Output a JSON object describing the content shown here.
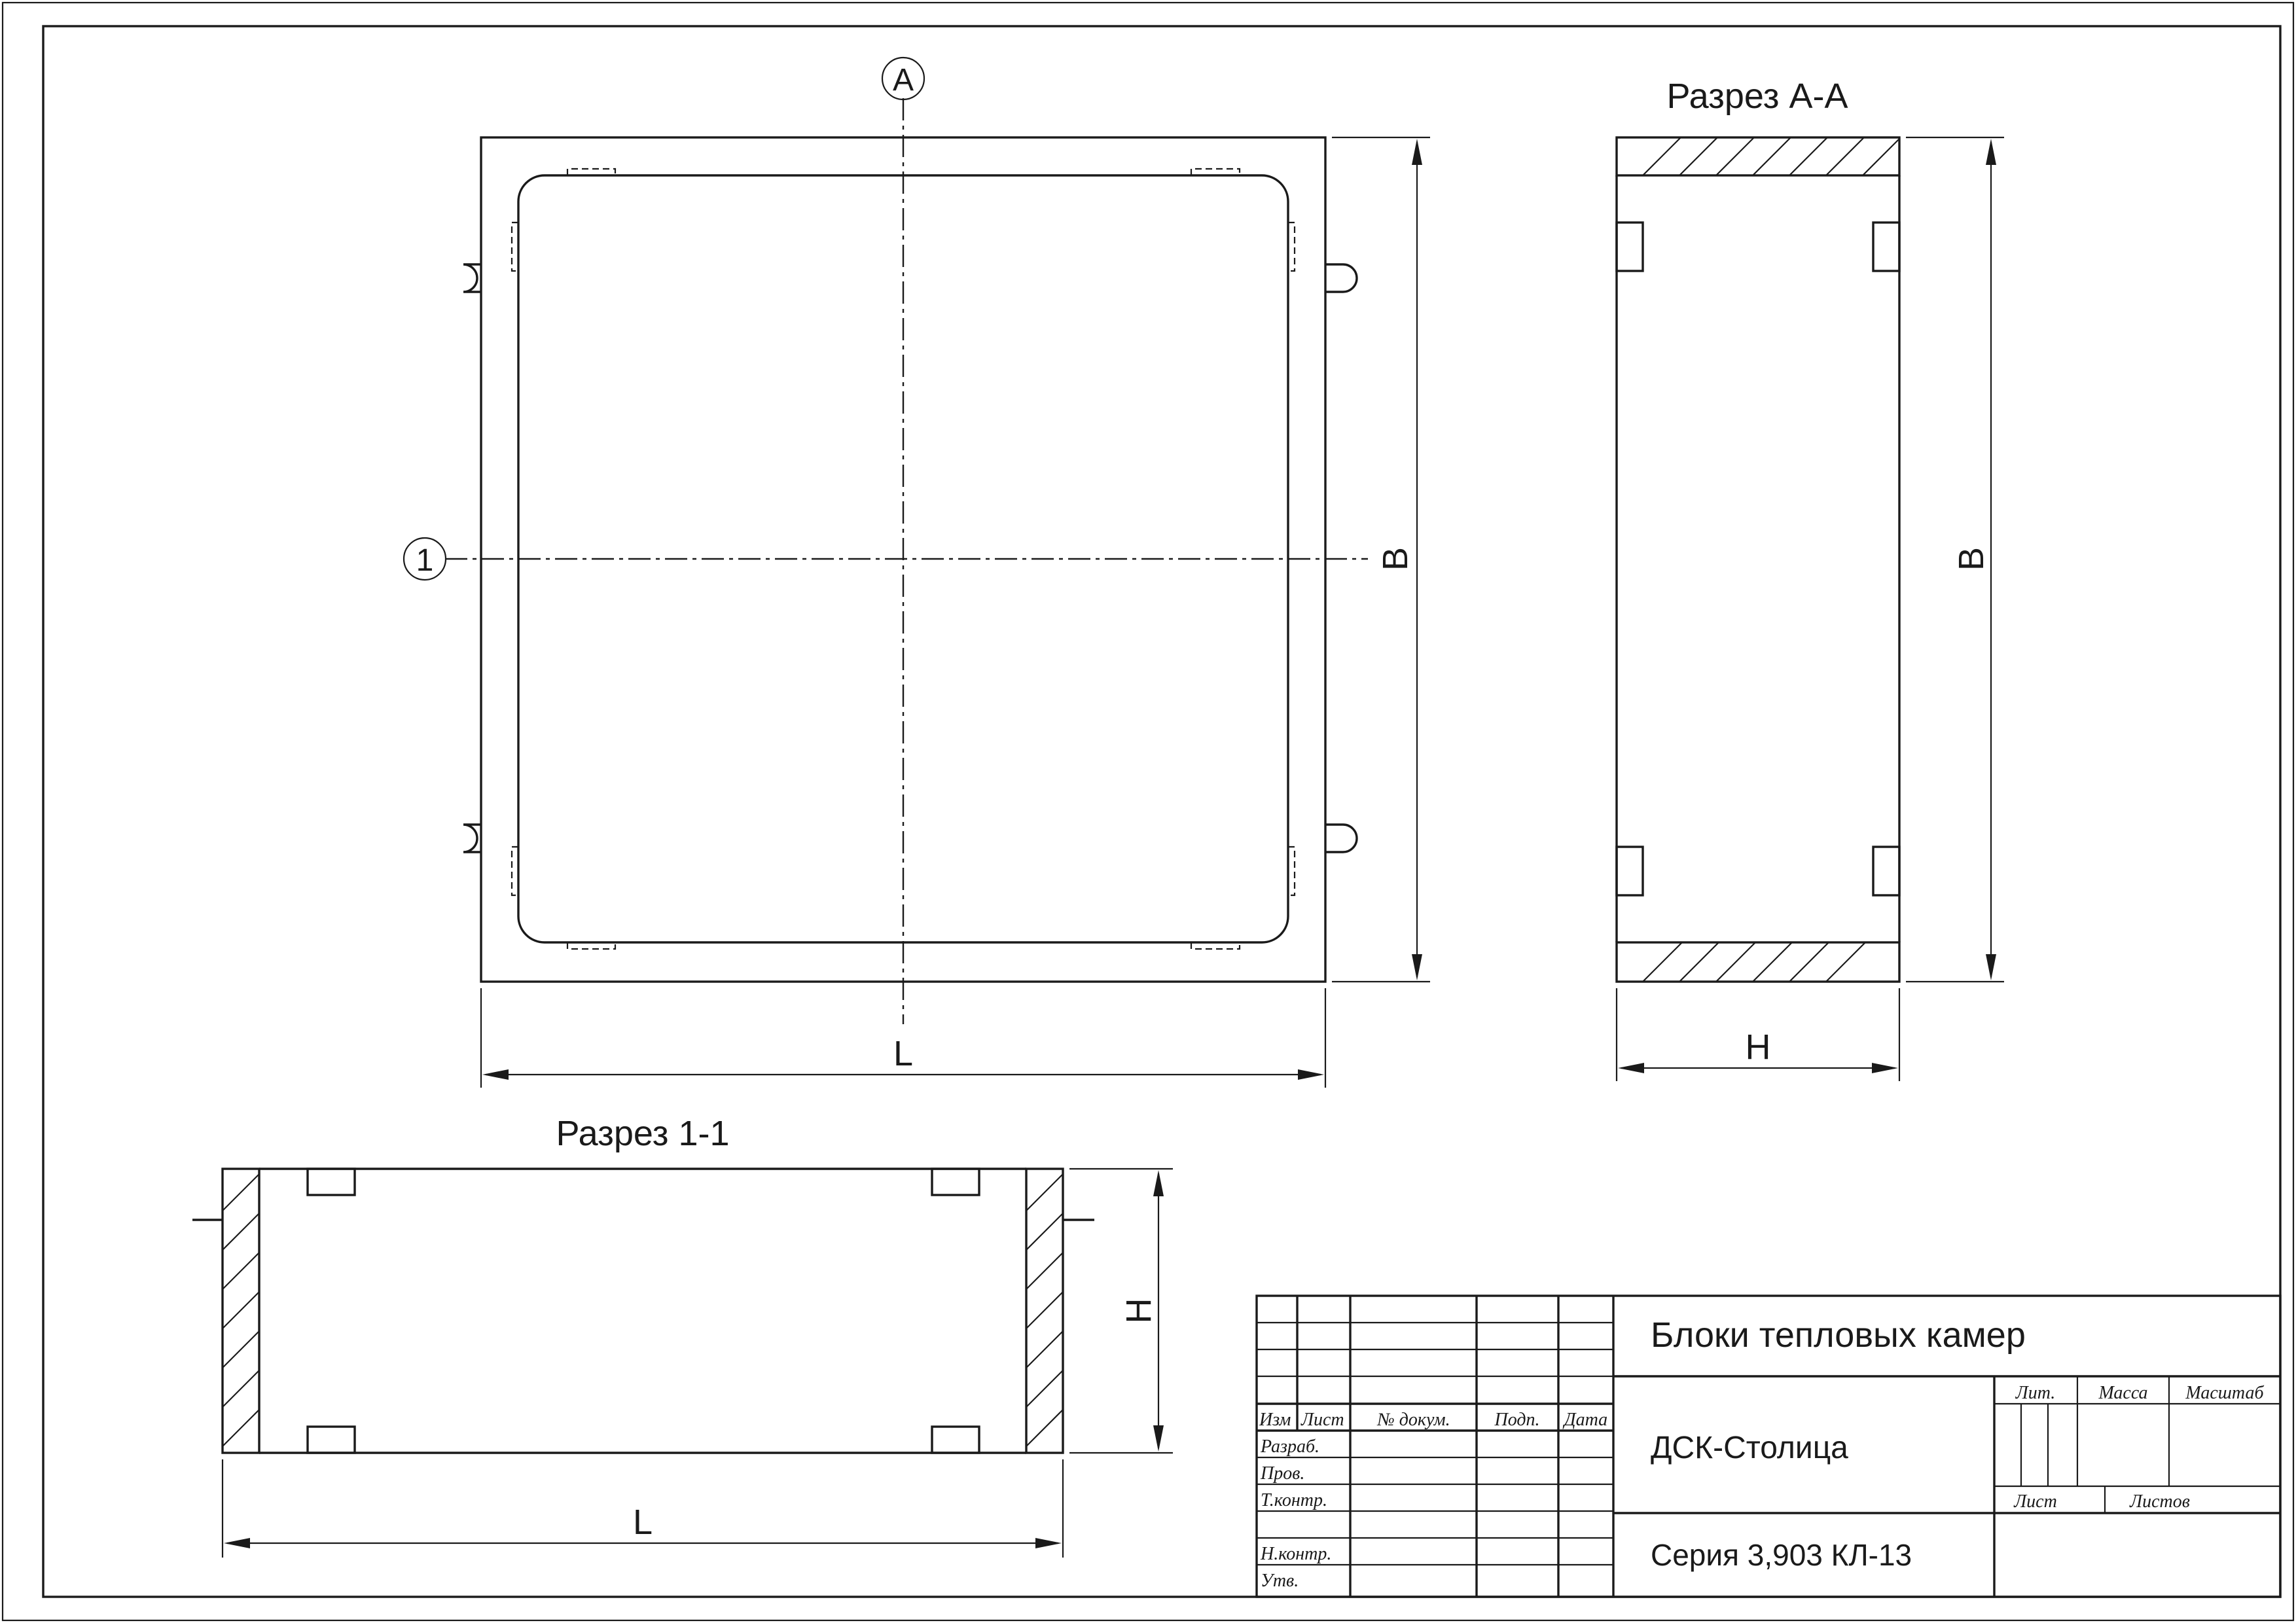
{
  "plan_view": {
    "axis_a_marker": "A",
    "axis_1_marker": "1",
    "dim_length": "L",
    "dim_width": "B"
  },
  "section_aa": {
    "title": "Разрез А-А",
    "dim_height": "H",
    "dim_width": "B"
  },
  "section_11": {
    "title": "Разрез 1-1",
    "dim_height": "H",
    "dim_length": "L"
  },
  "title_block": {
    "name": "Блоки тепловых камер",
    "organization": "ДСК-Столица",
    "series": "Серия 3,903 КЛ-13",
    "col_izm": "Изм",
    "col_list": "Лист",
    "col_doc": "№ докум.",
    "col_sign": "Подп.",
    "col_date": "Дата",
    "row_razrab": "Разраб.",
    "row_prov": "Пров.",
    "row_tkontr": "Т.контр.",
    "row_nkontr": "Н.контр.",
    "row_utv": "Утв.",
    "lit": "Лит.",
    "mass": "Масса",
    "scale": "Масштаб",
    "sheet": "Лист",
    "sheets": "Листов"
  }
}
